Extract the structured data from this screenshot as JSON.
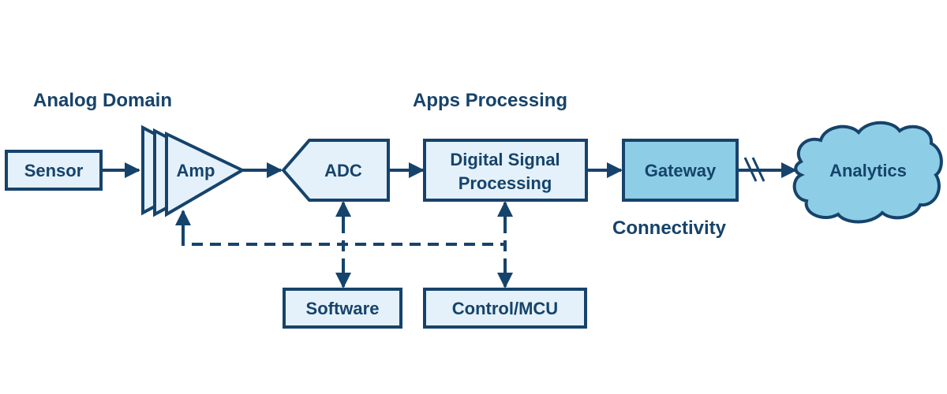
{
  "sections": {
    "analog_domain": "Analog Domain",
    "apps_processing": "Apps Processing",
    "connectivity": "Connectivity"
  },
  "blocks": {
    "sensor": "Sensor",
    "amp": "Amp",
    "adc": "ADC",
    "dsp_line1": "Digital Signal",
    "dsp_line2": "Processing",
    "gateway": "Gateway",
    "analytics": "Analytics",
    "software": "Software",
    "control": "Control/MCU"
  },
  "colors": {
    "stroke": "#16436b",
    "light_fill": "#e4f1fa",
    "accent_fill": "#8ecde6"
  }
}
